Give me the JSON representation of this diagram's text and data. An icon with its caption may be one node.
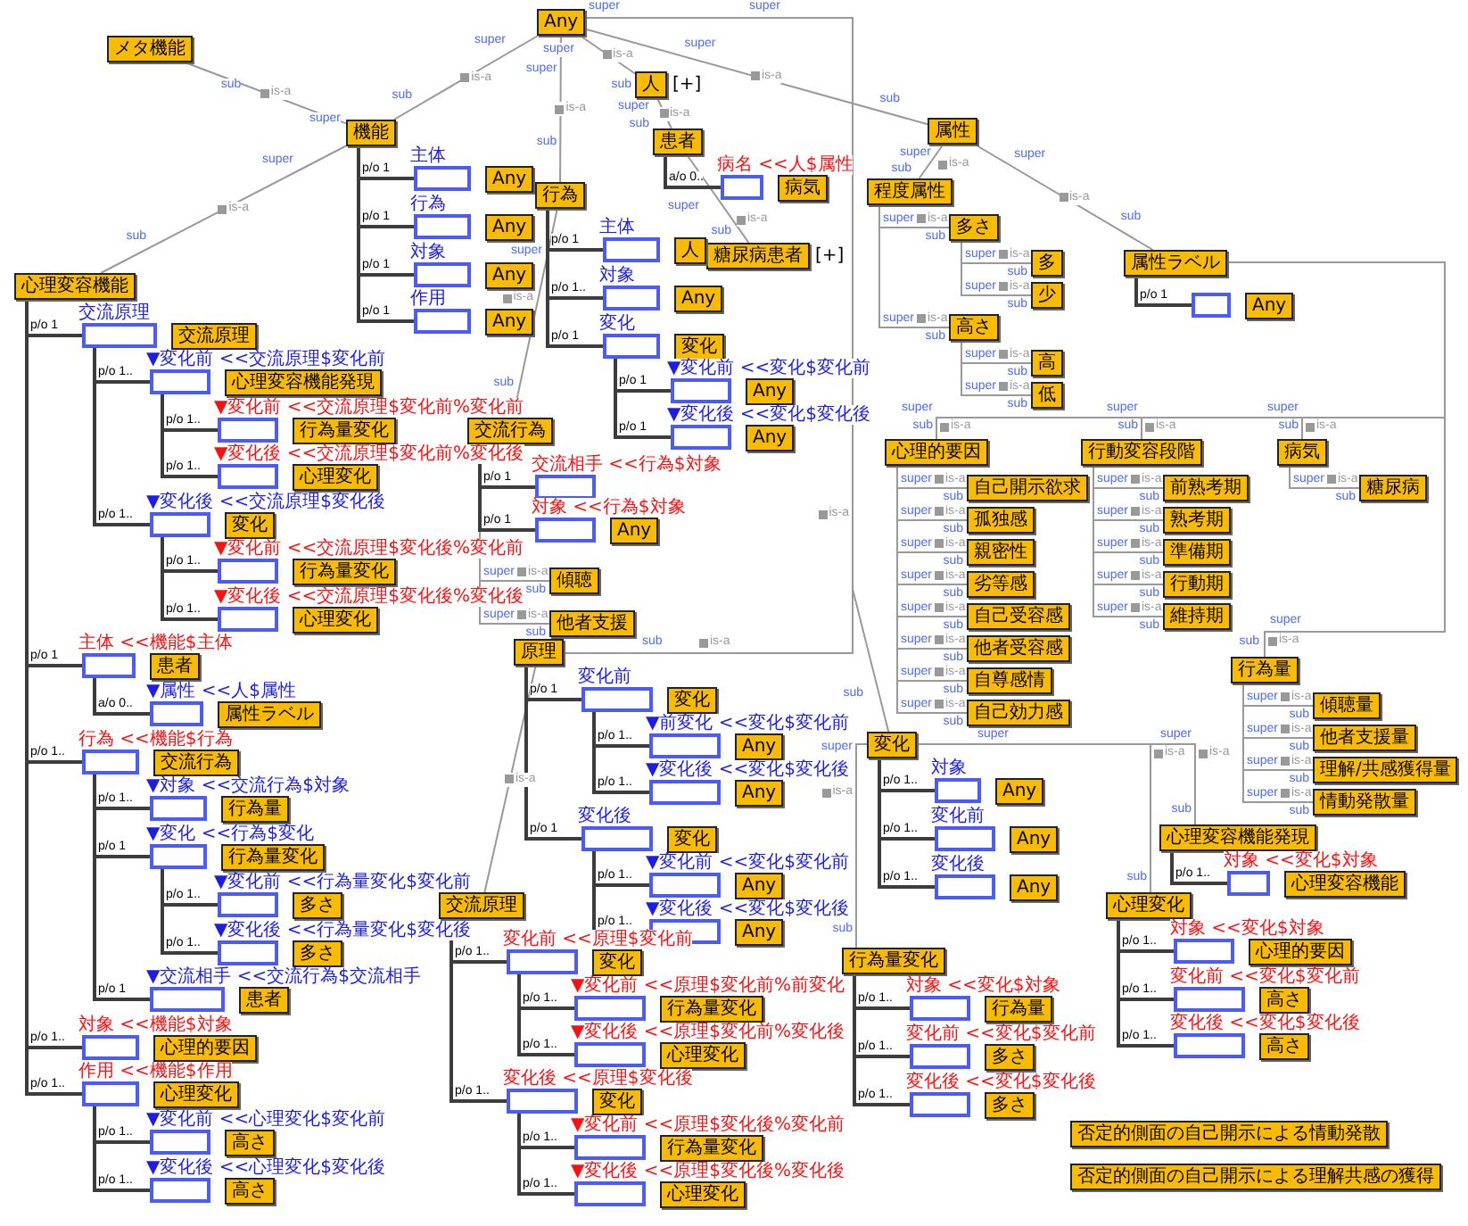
{
  "diagram": {
    "nodes": [
      {
        "text": [
          "Any"
        ]
      },
      {
        "text": [
          "人"
        ],
        "beside": [
          "[+]"
        ]
      },
      {
        "text": [
          "患者"
        ]
      },
      {
        "text": [
          "属性"
        ]
      },
      {
        "text": [
          "機能"
        ]
      },
      {
        "text": [
          "行為"
        ]
      },
      {
        "text": [
          "糖尿病患者"
        ],
        "beside": [
          "[+]"
        ]
      },
      {
        "text": [
          "程度属性"
        ]
      },
      {
        "text": [
          "高さ"
        ]
      },
      {
        "text": [
          "多さ"
        ]
      },
      {
        "text": [
          "多"
        ]
      },
      {
        "text": [
          "少"
        ]
      },
      {
        "text": [
          "高"
        ]
      },
      {
        "text": [
          "低"
        ]
      },
      {
        "text": [
          "属性ラベル"
        ]
      },
      {
        "text": [
          "心理的要因"
        ]
      },
      {
        "text": [
          "行動変容段階"
        ]
      },
      {
        "text": [
          "病気"
        ]
      },
      {
        "text": [
          "糖尿病"
        ]
      },
      {
        "text": [
          "自己開示欲求"
        ]
      },
      {
        "text": [
          "孤独感"
        ]
      },
      {
        "text": [
          "親密性"
        ]
      },
      {
        "text": [
          "劣等感"
        ]
      },
      {
        "text": [
          "自己受容感"
        ]
      },
      {
        "text": [
          "他者受容感"
        ]
      },
      {
        "text": [
          "自尊感情"
        ]
      },
      {
        "text": [
          "自己効力感"
        ]
      },
      {
        "text": [
          "前熟考期"
        ]
      },
      {
        "text": [
          "熟考期"
        ]
      },
      {
        "text": [
          "準備期"
        ]
      },
      {
        "text": [
          "行動期"
        ]
      },
      {
        "text": [
          "維持期"
        ]
      },
      {
        "text": [
          "行為量"
        ]
      },
      {
        "text": [
          "傾聴量"
        ]
      },
      {
        "text": [
          "他者支援量"
        ]
      },
      {
        "text": [
          "理解/共感獲得量"
        ]
      },
      {
        "text": [
          "情動発散量"
        ]
      },
      {
        "text": [
          "心理変容機能発現"
        ]
      },
      {
        "text": [
          "変化"
        ]
      },
      {
        "text": [
          "心理変化"
        ]
      },
      {
        "text": [
          "行為量変化"
        ]
      },
      {
        "text": [
          "交流行為"
        ]
      },
      {
        "text": [
          "傾聴"
        ]
      },
      {
        "text": [
          "他者支援"
        ]
      },
      {
        "text": [
          "否定的側面の自己開示による情動発散"
        ]
      },
      {
        "text": [
          "否定的側面の自己開示による理解共感の獲得"
        ]
      },
      {
        "text": [
          "原理"
        ]
      },
      {
        "text": [
          "交流原理"
        ]
      },
      {
        "text": [
          "メタ機能"
        ]
      },
      {
        "text": [
          "心理変容機能"
        ]
      },
      {
        "text": [],
        "shape": "box",
        "beside": [
          "主体"
        ]
      },
      {
        "text": [
          "Any"
        ]
      },
      {
        "text": [],
        "shape": "box",
        "beside": [
          "行為"
        ]
      },
      {
        "text": [
          "Any"
        ]
      },
      {
        "text": [],
        "shape": "box",
        "beside": [
          "対象"
        ]
      },
      {
        "text": [
          "Any"
        ]
      },
      {
        "text": [],
        "shape": "box",
        "beside": [
          "作用"
        ]
      },
      {
        "text": [
          "Any"
        ]
      },
      {
        "text": [],
        "shape": "box",
        "beside": [
          "交流原理"
        ]
      },
      {
        "text": [
          "交流原理"
        ]
      },
      {
        "text": [],
        "shape": "box",
        "beside": [
          "▼変化前 <<交流原理$変化前"
        ]
      },
      {
        "text": [
          "心理変容機能発現"
        ]
      },
      {
        "text": [],
        "shape": "box",
        "beside": [
          "▼変化前 <<交流原理$変化前%変化前"
        ]
      },
      {
        "text": [
          "行為量変化"
        ]
      },
      {
        "text": [],
        "shape": "box",
        "beside": [
          "▼変化後 <<交流原理$変化前%変化後"
        ]
      },
      {
        "text": [
          "心理変化"
        ]
      },
      {
        "text": [],
        "shape": "box",
        "beside": [
          "▼変化後 <<交流原理$変化後"
        ]
      },
      {
        "text": [
          "変化"
        ]
      },
      {
        "text": [],
        "shape": "box",
        "beside": [
          "▼変化前 <<交流原理$変化後%変化前"
        ]
      },
      {
        "text": [
          "行為量変化"
        ]
      },
      {
        "text": [],
        "shape": "box",
        "beside": [
          "▼変化後 <<交流原理$変化後%変化後"
        ]
      },
      {
        "text": [
          "心理変化"
        ]
      },
      {
        "text": [],
        "shape": "box",
        "beside": [
          "主体 <<機能$主体"
        ]
      },
      {
        "text": [
          "患者"
        ]
      },
      {
        "text": [],
        "shape": "box",
        "beside": [
          "▼属性 <<人$属性"
        ]
      },
      {
        "text": [
          "属性ラベル"
        ]
      },
      {
        "text": [],
        "shape": "box",
        "beside": [
          "行為 <<機能$行為"
        ]
      },
      {
        "text": [
          "交流行為"
        ]
      },
      {
        "text": [],
        "shape": "box",
        "beside": [
          "▼対象 <<交流行為$対象"
        ]
      },
      {
        "text": [
          "行為量"
        ]
      },
      {
        "text": [],
        "shape": "box",
        "beside": [
          "▼変化 <<行為$変化"
        ]
      },
      {
        "text": [
          "行為量変化"
        ]
      },
      {
        "text": [],
        "shape": "box",
        "beside": [
          "▼変化前 <<行為量変化$変化前"
        ]
      },
      {
        "text": [
          "多さ"
        ]
      },
      {
        "text": [],
        "shape": "box",
        "beside": [
          "▼変化後 <<行為量変化$変化後"
        ]
      },
      {
        "text": [
          "多さ"
        ]
      },
      {
        "text": [],
        "shape": "box",
        "beside": [
          "▼交流相手 <<交流行為$交流相手"
        ]
      },
      {
        "text": [
          "患者"
        ]
      },
      {
        "text": [],
        "shape": "box",
        "beside": [
          "対象 <<機能$対象"
        ]
      },
      {
        "text": [
          "心理的要因"
        ]
      },
      {
        "text": [],
        "shape": "box",
        "beside": [
          "作用 <<機能$作用"
        ]
      },
      {
        "text": [
          "心理変化"
        ]
      },
      {
        "text": [],
        "shape": "box",
        "beside": [
          "▼変化前 <<心理変化$変化前"
        ]
      },
      {
        "text": [
          "高さ"
        ]
      },
      {
        "text": [],
        "shape": "box",
        "beside": [
          "▼変化後 <<心理変化$変化後"
        ]
      },
      {
        "text": [
          "高さ"
        ]
      },
      {
        "text": [],
        "shape": "box",
        "beside": [
          "主体"
        ]
      },
      {
        "text": [
          "人"
        ]
      },
      {
        "text": [],
        "shape": "box",
        "beside": [
          "対象"
        ]
      },
      {
        "text": [
          "Any"
        ]
      },
      {
        "text": [],
        "shape": "box",
        "beside": [
          "変化"
        ]
      },
      {
        "text": [
          "変化"
        ]
      },
      {
        "text": [],
        "shape": "box",
        "beside": [
          "▼変化前 <<変化$変化前"
        ]
      },
      {
        "text": [
          "Any"
        ]
      },
      {
        "text": [],
        "shape": "box",
        "beside": [
          "▼変化後 <<変化$変化後"
        ]
      },
      {
        "text": [
          "Any"
        ]
      },
      {
        "text": [],
        "shape": "box",
        "beside": [
          "交流相手 <<行為$対象"
        ]
      },
      {
        "text": [],
        "shape": "box",
        "beside": [
          "対象 <<行為$対象"
        ]
      },
      {
        "text": [
          "Any"
        ]
      },
      {
        "text": [],
        "shape": "box",
        "beside": [
          "病名 <<人$属性"
        ]
      },
      {
        "text": [
          "病気"
        ]
      },
      {
        "text": [],
        "shape": "box"
      },
      {
        "text": [
          "Any"
        ]
      },
      {
        "text": [],
        "shape": "box",
        "beside": [
          "変化前"
        ]
      },
      {
        "text": [
          "変化"
        ]
      },
      {
        "text": [],
        "shape": "box",
        "beside": [
          "▼前変化 <<変化$変化前"
        ]
      },
      {
        "text": [
          "Any"
        ]
      },
      {
        "text": [],
        "shape": "box",
        "beside": [
          "▼変化後 <<変化$変化後"
        ]
      },
      {
        "text": [
          "Any"
        ]
      },
      {
        "text": [],
        "shape": "box",
        "beside": [
          "変化後"
        ]
      },
      {
        "text": [
          "変化"
        ]
      },
      {
        "text": [],
        "shape": "box",
        "beside": [
          "▼変化前 <<変化$変化前"
        ]
      },
      {
        "text": [
          "Any"
        ]
      },
      {
        "text": [],
        "shape": "box",
        "beside": [
          "▼変化後 <<変化$変化後"
        ]
      },
      {
        "text": [
          "Any"
        ]
      },
      {
        "text": [],
        "shape": "box",
        "beside": [
          "変化前 <<原理$変化前"
        ]
      },
      {
        "text": [
          "変化"
        ]
      },
      {
        "text": [],
        "shape": "box",
        "beside": [
          "▼変化前 <<原理$変化前%前変化"
        ]
      },
      {
        "text": [
          "行為量変化"
        ]
      },
      {
        "text": [],
        "shape": "box",
        "beside": [
          "▼変化後 <<原理$変化前%変化後"
        ]
      },
      {
        "text": [
          "心理変化"
        ]
      },
      {
        "text": [],
        "shape": "box",
        "beside": [
          "変化後 <<原理$変化後"
        ]
      },
      {
        "text": [
          "変化"
        ]
      },
      {
        "text": [],
        "shape": "box",
        "beside": [
          "▼変化前 <<原理$変化後%変化前"
        ]
      },
      {
        "text": [
          "行為量変化"
        ]
      },
      {
        "text": [],
        "shape": "box",
        "beside": [
          "▼変化後 <<原理$変化後%変化後"
        ]
      },
      {
        "text": [
          "心理変化"
        ]
      },
      {
        "text": [],
        "shape": "box",
        "beside": [
          "対象"
        ]
      },
      {
        "text": [
          "Any"
        ]
      },
      {
        "text": [],
        "shape": "box",
        "beside": [
          "変化前"
        ]
      },
      {
        "text": [
          "Any"
        ]
      },
      {
        "text": [],
        "shape": "box",
        "beside": [
          "変化後"
        ]
      },
      {
        "text": [
          "Any"
        ]
      },
      {
        "text": [],
        "shape": "box",
        "beside": [
          "対象 <<変化$対象"
        ]
      },
      {
        "text": [
          "行為量"
        ]
      },
      {
        "text": [],
        "shape": "box",
        "beside": [
          "変化前 <<変化$変化前"
        ]
      },
      {
        "text": [
          "多さ"
        ]
      },
      {
        "text": [],
        "shape": "box",
        "beside": [
          "変化後 <<変化$変化後"
        ]
      },
      {
        "text": [
          "多さ"
        ]
      },
      {
        "text": [],
        "shape": "box",
        "beside": [
          "対象 <<変化$対象"
        ]
      },
      {
        "text": [
          "心理的要因"
        ]
      },
      {
        "text": [],
        "shape": "box",
        "beside": [
          "変化前 <<変化$変化前"
        ]
      },
      {
        "text": [
          "高さ"
        ]
      },
      {
        "text": [],
        "shape": "box",
        "beside": [
          "変化後 <<変化$変化後"
        ]
      },
      {
        "text": [
          "高さ"
        ]
      },
      {
        "text": [],
        "shape": "box",
        "beside": [
          "対象 <<変化$対象"
        ]
      },
      {
        "text": [
          "心理変容機能"
        ]
      }
    ],
    "edges": [
      {
        "from": 0,
        "to": 4,
        "arrow": "none",
        "label": "is-a",
        "color": "#999999"
      },
      {
        "from": 0,
        "to": 1,
        "arrow": "none",
        "label": "is-a",
        "color": "#999999"
      },
      {
        "from": 0,
        "to": 5,
        "arrow": "none",
        "label": "is-a",
        "color": "#999999"
      },
      {
        "from": 0,
        "to": 3,
        "arrow": "none",
        "label": "is-a",
        "color": "#999999"
      },
      {
        "from": 0,
        "to": 38,
        "arrow": "none",
        "label": "is-a",
        "color": "#999999"
      },
      {
        "from": 0,
        "to": 46,
        "arrow": "none",
        "label": "is-a",
        "color": "#999999"
      },
      {
        "from": 1,
        "to": 2,
        "arrow": "none",
        "label": "is-a",
        "color": "#999999"
      },
      {
        "from": 2,
        "to": 6,
        "arrow": "none",
        "label": "is-a",
        "color": "#999999"
      },
      {
        "from": 3,
        "to": 7,
        "arrow": "none",
        "label": "is-a",
        "color": "#999999"
      },
      {
        "from": 3,
        "to": 14,
        "arrow": "none",
        "label": "is-a",
        "color": "#999999"
      },
      {
        "from": 7,
        "to": 9,
        "arrow": "none",
        "label": "is-a",
        "color": "#999999"
      },
      {
        "from": 7,
        "to": 8,
        "arrow": "none",
        "label": "is-a",
        "color": "#999999"
      },
      {
        "from": 9,
        "to": 10,
        "arrow": "none",
        "label": "is-a",
        "color": "#999999"
      },
      {
        "from": 9,
        "to": 11,
        "arrow": "none",
        "label": "is-a",
        "color": "#999999"
      },
      {
        "from": 8,
        "to": 12,
        "arrow": "none",
        "label": "is-a",
        "color": "#999999"
      },
      {
        "from": 8,
        "to": 13,
        "arrow": "none",
        "label": "is-a",
        "color": "#999999"
      },
      {
        "from": 14,
        "to": 15,
        "arrow": "none",
        "label": "is-a",
        "color": "#999999"
      },
      {
        "from": 14,
        "to": 16,
        "arrow": "none",
        "label": "is-a",
        "color": "#999999"
      },
      {
        "from": 14,
        "to": 17,
        "arrow": "none",
        "label": "is-a",
        "color": "#999999"
      },
      {
        "from": 14,
        "to": 32,
        "arrow": "none",
        "label": "is-a",
        "color": "#999999"
      },
      {
        "from": 15,
        "to": 19,
        "arrow": "none",
        "label": "is-a",
        "color": "#999999"
      },
      {
        "from": 15,
        "to": 20,
        "arrow": "none",
        "label": "is-a",
        "color": "#999999"
      },
      {
        "from": 15,
        "to": 21,
        "arrow": "none",
        "label": "is-a",
        "color": "#999999"
      },
      {
        "from": 15,
        "to": 22,
        "arrow": "none",
        "label": "is-a",
        "color": "#999999"
      },
      {
        "from": 15,
        "to": 23,
        "arrow": "none",
        "label": "is-a",
        "color": "#999999"
      },
      {
        "from": 15,
        "to": 24,
        "arrow": "none",
        "label": "is-a",
        "color": "#999999"
      },
      {
        "from": 15,
        "to": 25,
        "arrow": "none",
        "label": "is-a",
        "color": "#999999"
      },
      {
        "from": 15,
        "to": 26,
        "arrow": "none",
        "label": "is-a",
        "color": "#999999"
      },
      {
        "from": 16,
        "to": 27,
        "arrow": "none",
        "label": "is-a",
        "color": "#999999"
      },
      {
        "from": 16,
        "to": 28,
        "arrow": "none",
        "label": "is-a",
        "color": "#999999"
      },
      {
        "from": 16,
        "to": 29,
        "arrow": "none",
        "label": "is-a",
        "color": "#999999"
      },
      {
        "from": 16,
        "to": 30,
        "arrow": "none",
        "label": "is-a",
        "color": "#999999"
      },
      {
        "from": 16,
        "to": 31,
        "arrow": "none",
        "label": "is-a",
        "color": "#999999"
      },
      {
        "from": 17,
        "to": 18,
        "arrow": "none",
        "label": "is-a",
        "color": "#999999"
      },
      {
        "from": 32,
        "to": 33,
        "arrow": "none",
        "label": "is-a",
        "color": "#999999"
      },
      {
        "from": 32,
        "to": 34,
        "arrow": "none",
        "label": "is-a",
        "color": "#999999"
      },
      {
        "from": 32,
        "to": 35,
        "arrow": "none",
        "label": "is-a",
        "color": "#999999"
      },
      {
        "from": 32,
        "to": 36,
        "arrow": "none",
        "label": "is-a",
        "color": "#999999"
      },
      {
        "from": 38,
        "to": 40,
        "arrow": "none",
        "label": "is-a",
        "color": "#999999"
      },
      {
        "from": 38,
        "to": 39,
        "arrow": "none",
        "label": "is-a",
        "color": "#999999"
      },
      {
        "from": 38,
        "to": 37,
        "arrow": "none",
        "label": "is-a",
        "color": "#999999"
      },
      {
        "from": 5,
        "to": 41,
        "arrow": "none",
        "label": "is-a",
        "color": "#999999"
      },
      {
        "from": 41,
        "to": 42,
        "arrow": "none",
        "label": "is-a",
        "color": "#999999"
      },
      {
        "from": 41,
        "to": 43,
        "arrow": "none",
        "label": "is-a",
        "color": "#999999"
      },
      {
        "from": 4,
        "to": 49,
        "arrow": "none",
        "label": "is-a",
        "color": "#999999"
      },
      {
        "from": 4,
        "to": 48,
        "arrow": "none",
        "label": "is-a",
        "color": "#999999"
      },
      {
        "from": 46,
        "to": 47,
        "arrow": "none",
        "label": "is-a",
        "color": "#999999"
      },
      {
        "from": 4,
        "to": 50,
        "arrow": "none",
        "label": "p/o 1"
      },
      {
        "from": 4,
        "to": 52,
        "arrow": "none",
        "label": "p/o 1"
      },
      {
        "from": 4,
        "to": 54,
        "arrow": "none",
        "label": "p/o 1"
      },
      {
        "from": 4,
        "to": 56,
        "arrow": "none",
        "label": "p/o 1"
      },
      {
        "from": 49,
        "to": 58,
        "arrow": "none",
        "label": "p/o 1"
      },
      {
        "from": 58,
        "to": 60,
        "arrow": "none",
        "label": "p/o 1.."
      },
      {
        "from": 60,
        "to": 62,
        "arrow": "none",
        "label": "p/o 1.."
      },
      {
        "from": 60,
        "to": 64,
        "arrow": "none",
        "label": "p/o 1.."
      },
      {
        "from": 58,
        "to": 66,
        "arrow": "none",
        "label": "p/o 1.."
      },
      {
        "from": 66,
        "to": 68,
        "arrow": "none",
        "label": "p/o 1.."
      },
      {
        "from": 66,
        "to": 70,
        "arrow": "none",
        "label": "p/o 1.."
      },
      {
        "from": 49,
        "to": 72,
        "arrow": "none",
        "label": "p/o 1"
      },
      {
        "from": 72,
        "to": 74,
        "arrow": "none",
        "label": "a/o 0.."
      },
      {
        "from": 49,
        "to": 76,
        "arrow": "none",
        "label": "p/o 1.."
      },
      {
        "from": 76,
        "to": 78,
        "arrow": "none",
        "label": "p/o 1.."
      },
      {
        "from": 76,
        "to": 80,
        "arrow": "none",
        "label": "p/o 1"
      },
      {
        "from": 80,
        "to": 82,
        "arrow": "none",
        "label": "p/o 1.."
      },
      {
        "from": 80,
        "to": 84,
        "arrow": "none",
        "label": "p/o 1.."
      },
      {
        "from": 76,
        "to": 86,
        "arrow": "none",
        "label": "p/o 1"
      },
      {
        "from": 49,
        "to": 88,
        "arrow": "none",
        "label": "p/o 1.."
      },
      {
        "from": 49,
        "to": 90,
        "arrow": "none",
        "label": "p/o 1.."
      },
      {
        "from": 90,
        "to": 92,
        "arrow": "none",
        "label": "p/o 1.."
      },
      {
        "from": 90,
        "to": 94,
        "arrow": "none",
        "label": "p/o 1.."
      },
      {
        "from": 5,
        "to": 96,
        "arrow": "none",
        "label": "p/o 1"
      },
      {
        "from": 5,
        "to": 98,
        "arrow": "none",
        "label": "p/o 1.."
      },
      {
        "from": 5,
        "to": 100,
        "arrow": "none",
        "label": "p/o 1"
      },
      {
        "from": 100,
        "to": 102,
        "arrow": "none",
        "label": "p/o 1"
      },
      {
        "from": 100,
        "to": 104,
        "arrow": "none",
        "label": "p/o 1"
      },
      {
        "from": 41,
        "to": 106,
        "arrow": "none",
        "label": "p/o 1"
      },
      {
        "from": 41,
        "to": 107,
        "arrow": "none",
        "label": "p/o 1"
      },
      {
        "from": 2,
        "to": 109,
        "arrow": "none",
        "label": "a/o 0.."
      },
      {
        "from": 14,
        "to": 111,
        "arrow": "none",
        "label": "p/o 1"
      },
      {
        "from": 46,
        "to": 113,
        "arrow": "none",
        "label": "p/o 1"
      },
      {
        "from": 113,
        "to": 115,
        "arrow": "none",
        "label": "p/o 1.."
      },
      {
        "from": 113,
        "to": 117,
        "arrow": "none",
        "label": "p/o 1.."
      },
      {
        "from": 46,
        "to": 119,
        "arrow": "none",
        "label": "p/o 1"
      },
      {
        "from": 119,
        "to": 121,
        "arrow": "none",
        "label": "p/o 1.."
      },
      {
        "from": 119,
        "to": 123,
        "arrow": "none",
        "label": "p/o 1.."
      },
      {
        "from": 47,
        "to": 125,
        "arrow": "none",
        "label": "p/o 1.."
      },
      {
        "from": 125,
        "to": 127,
        "arrow": "none",
        "label": "p/o 1.."
      },
      {
        "from": 125,
        "to": 129,
        "arrow": "none",
        "label": "p/o 1.."
      },
      {
        "from": 47,
        "to": 131,
        "arrow": "none",
        "label": "p/o 1.."
      },
      {
        "from": 131,
        "to": 133,
        "arrow": "none",
        "label": "p/o 1.."
      },
      {
        "from": 131,
        "to": 135,
        "arrow": "none",
        "label": "p/o 1.."
      },
      {
        "from": 38,
        "to": 137,
        "arrow": "none",
        "label": "p/o 1.."
      },
      {
        "from": 38,
        "to": 139,
        "arrow": "none",
        "label": "p/o 1.."
      },
      {
        "from": 38,
        "to": 141,
        "arrow": "none",
        "label": "p/o 1.."
      },
      {
        "from": 40,
        "to": 143,
        "arrow": "none",
        "label": "p/o 1.."
      },
      {
        "from": 40,
        "to": 145,
        "arrow": "none",
        "label": "p/o 1.."
      },
      {
        "from": 40,
        "to": 147,
        "arrow": "none",
        "label": "p/o 1.."
      },
      {
        "from": 39,
        "to": 149,
        "arrow": "none",
        "label": "p/o 1.."
      },
      {
        "from": 39,
        "to": 151,
        "arrow": "none",
        "label": "p/o 1.."
      },
      {
        "from": 39,
        "to": 153,
        "arrow": "none",
        "label": "p/o 1.."
      },
      {
        "from": 37,
        "to": 155,
        "arrow": "none",
        "label": "p/o 1.."
      }
    ],
    "labels": [
      "super",
      "sub",
      "super",
      "sub",
      "super",
      "sub",
      "super",
      "sub",
      "super",
      "sub",
      "super",
      "sub",
      "super",
      "sub",
      "super",
      "sub",
      "super",
      "sub",
      "super",
      "sub",
      "super",
      "sub",
      "super",
      "sub",
      "super",
      "sub",
      "super",
      "sub",
      "super",
      "sub",
      "super",
      "sub",
      "super",
      "sub",
      "super",
      "sub",
      "super",
      "sub",
      "super",
      "sub",
      "super",
      "sub",
      "super",
      "sub",
      "super",
      "sub",
      "super",
      "sub",
      "super",
      "sub",
      "super",
      "sub",
      "super",
      "sub",
      "super",
      "sub",
      "super",
      "sub",
      "super",
      "sub",
      "super",
      "sub",
      "super",
      "sub",
      "super",
      "sub",
      "super",
      "sub",
      "super",
      "sub",
      "super",
      "sub",
      "super",
      "sub",
      "super",
      "sub",
      "super",
      "sub",
      "super",
      "sub",
      "super",
      "sub",
      "super",
      "sub",
      "super",
      "sub",
      "super",
      "sub",
      "super",
      "sub",
      "super",
      "sub"
    ]
  }
}
